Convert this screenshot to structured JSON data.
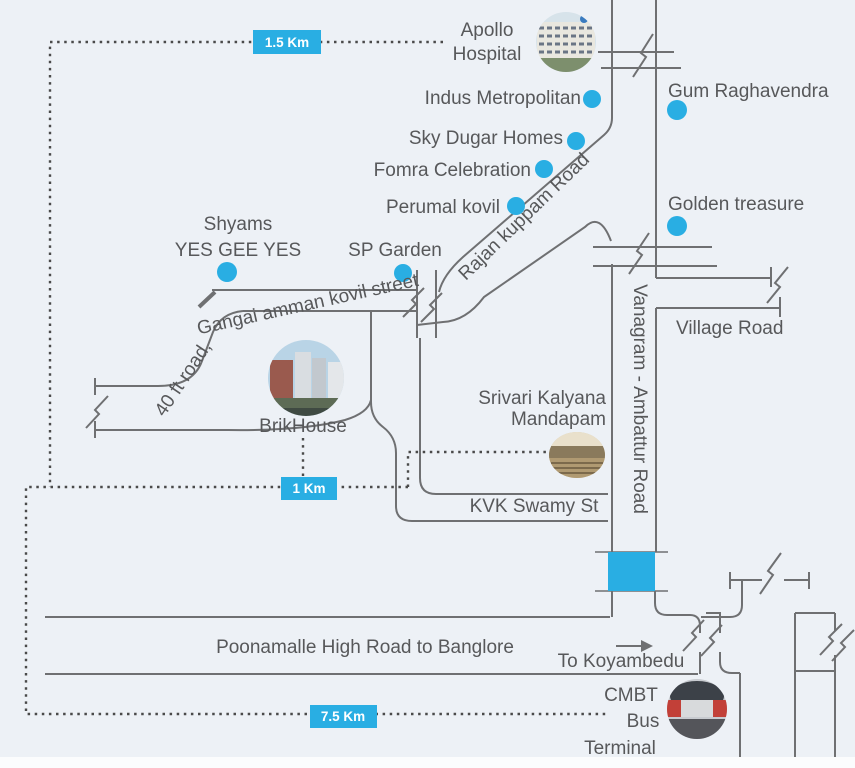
{
  "colors": {
    "accent": "#29AEE3",
    "road": "#6F7072",
    "text": "#57585A",
    "dash": "#4A4A4A",
    "background": "#EDF1F6"
  },
  "badges": {
    "top": "1.5 Km",
    "middle": "1 Km",
    "bottom": "7.5 Km"
  },
  "landmarks": {
    "apollo_line1": "Apollo",
    "apollo_line2": "Hospital",
    "gum": "Gum Raghavendra",
    "indus": "Indus Metropolitan",
    "sky_dugar": "Sky Dugar Homes",
    "fomra": "Fomra Celebration",
    "perumal": "Perumal kovil",
    "golden": "Golden treasure",
    "shyams_line1": "Shyams",
    "shyams_line2": "YES GEE YES",
    "sp_garden": "SP Garden",
    "brikhouse": "BrikHouse",
    "srivari_line1": "Srivari Kalyana",
    "srivari_line2": "Mandapam",
    "cmbt_line1": "CMBT",
    "cmbt_line2": "Bus",
    "cmbt_line3": "Terminal"
  },
  "roads": {
    "rajan": "Rajan  kuppam Road",
    "vanagram": "Vanagram - Ambattur Road",
    "village": "Village Road",
    "forty_ft_part1": "40 ft road,",
    "forty_ft_part2": "Gangai amman kovil street",
    "kvk": "KVK Swamy St",
    "poonamalle": "Poonamalle High Road to Banglore",
    "koyambedu": "To Koyambedu"
  }
}
